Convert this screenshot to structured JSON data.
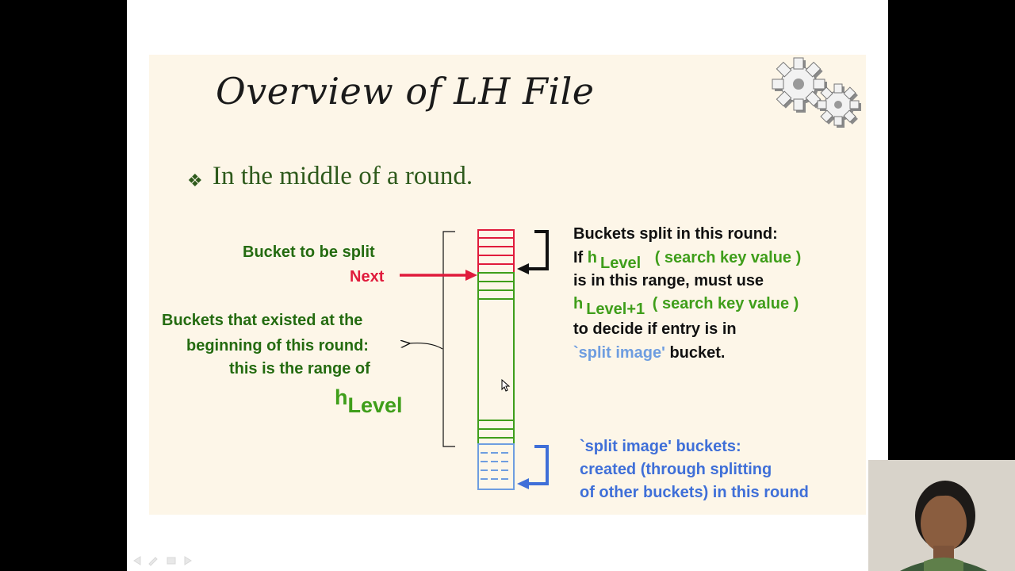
{
  "slide": {
    "title": "Overview of LH File",
    "bullet_glyph": "❖",
    "bullet": "In the middle of a round."
  },
  "left_labels": {
    "bucket_to_split": "Bucket to be split",
    "next": "Next",
    "existed_line1": "Buckets that existed at the",
    "existed_line2": "beginning of this round:",
    "existed_line3": "this is the range of",
    "h_level_h": "h",
    "h_level_sub": "Level"
  },
  "right_labels": {
    "line1": "Buckets split in this round:",
    "line2_if": "If",
    "line2_h": "h",
    "line2_sub": "Level",
    "line2_arg": "( search key value )",
    "line3": "is in this range, must use",
    "line4_h": "h",
    "line4_sub": "Level+1",
    "line4_arg": "( search key value )",
    "line5": "to decide if entry is in",
    "line6_quote": "`split image'",
    "line6_rest": "bucket."
  },
  "bottom_labels": {
    "line1": "`split image' buckets:",
    "line2": "created (through splitting",
    "line3": "of other buckets) in this round"
  },
  "colors": {
    "panel_bg": "#fdf6e8",
    "red_buckets": "#e01b3c",
    "green_buckets": "#3f9e1a",
    "blue_buckets": "#5f8fe8",
    "dark_green_text": "#246b10",
    "bullet_text": "#2e5a1c"
  },
  "icons": {
    "gears": "gears-icon",
    "cursor": "mouse-cursor-icon",
    "bullet": "diamond-bullet-icon"
  }
}
